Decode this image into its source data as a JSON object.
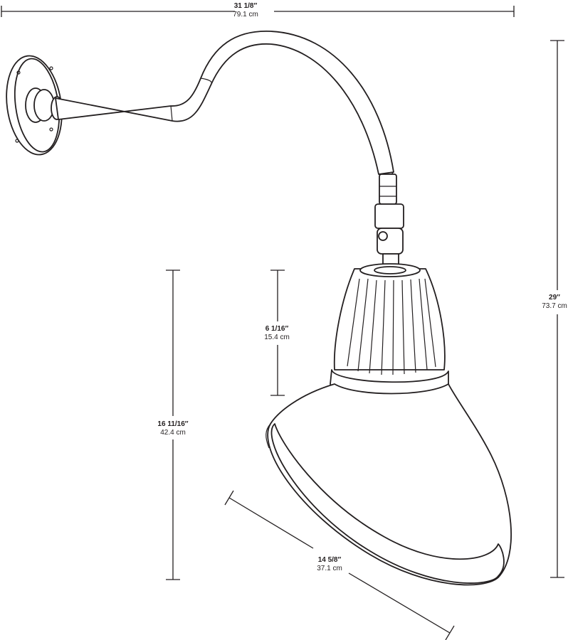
{
  "dimensions": {
    "overall_width": {
      "imperial": "31 1/8″",
      "metric": "79.1 cm"
    },
    "overall_height": {
      "imperial": "29″",
      "metric": "73.7 cm"
    },
    "drop_height": {
      "imperial": "16 11/16″",
      "metric": "42.4 cm"
    },
    "cage_height": {
      "imperial": "6 1/16″",
      "metric": "15.4 cm"
    },
    "shade_diameter": {
      "imperial": "14 5/8″",
      "metric": "37.1 cm"
    }
  }
}
